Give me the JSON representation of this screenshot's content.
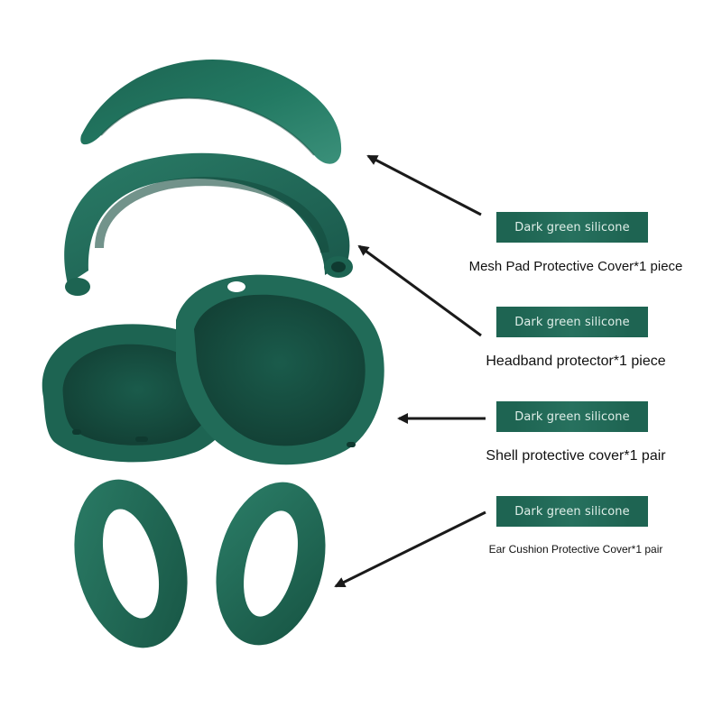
{
  "colors": {
    "silicone_dark": "#174f42",
    "silicone_mid": "#1f6a57",
    "silicone_light": "#2c7d68",
    "badge_bg": "#1e6452",
    "badge_text": "#dfeee8",
    "arrow": "#1a1a1a",
    "caption_text": "#111111"
  },
  "labels": [
    {
      "badge": "Dark green silicone",
      "caption": "Mesh Pad Protective Cover*1 piece"
    },
    {
      "badge": "Dark green silicone",
      "caption": "Headband protector*1 piece"
    },
    {
      "badge": "Dark green silicone",
      "caption": "Shell protective cover*1 pair"
    },
    {
      "badge": "Dark green silicone",
      "caption": "Ear Cushion Protective Cover*1 pair"
    }
  ]
}
